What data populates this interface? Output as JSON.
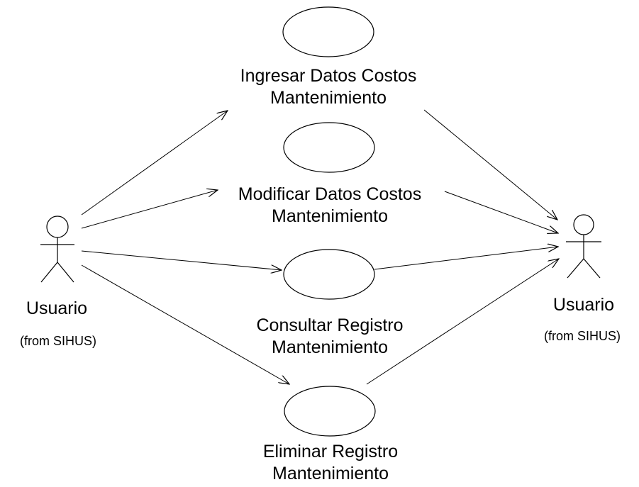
{
  "actors": [
    {
      "id": "left",
      "name": "Usuario",
      "from": "(from SIHUS)"
    },
    {
      "id": "right",
      "name": "Usuario",
      "from": "(from SIHUS)"
    }
  ],
  "use_cases": [
    {
      "id": "ingresar",
      "line1": "Ingresar Datos Costos",
      "line2": "Mantenimiento"
    },
    {
      "id": "modificar",
      "line1": "Modificar Datos Costos",
      "line2": "Mantenimiento"
    },
    {
      "id": "consultar",
      "line1": "Consultar Registro",
      "line2": "Mantenimiento"
    },
    {
      "id": "eliminar",
      "line1": "Eliminar Registro",
      "line2": "Mantenimiento"
    }
  ],
  "associations": [
    {
      "from": "left-actor",
      "to": "ingresar"
    },
    {
      "from": "left-actor",
      "to": "modificar"
    },
    {
      "from": "left-actor",
      "to": "consultar"
    },
    {
      "from": "left-actor",
      "to": "eliminar"
    },
    {
      "from": "ingresar",
      "to": "right-actor"
    },
    {
      "from": "modificar",
      "to": "right-actor"
    },
    {
      "from": "consultar",
      "to": "right-actor"
    },
    {
      "from": "eliminar",
      "to": "right-actor"
    }
  ],
  "colors": {
    "stroke": "#000000",
    "background": "#ffffff"
  }
}
